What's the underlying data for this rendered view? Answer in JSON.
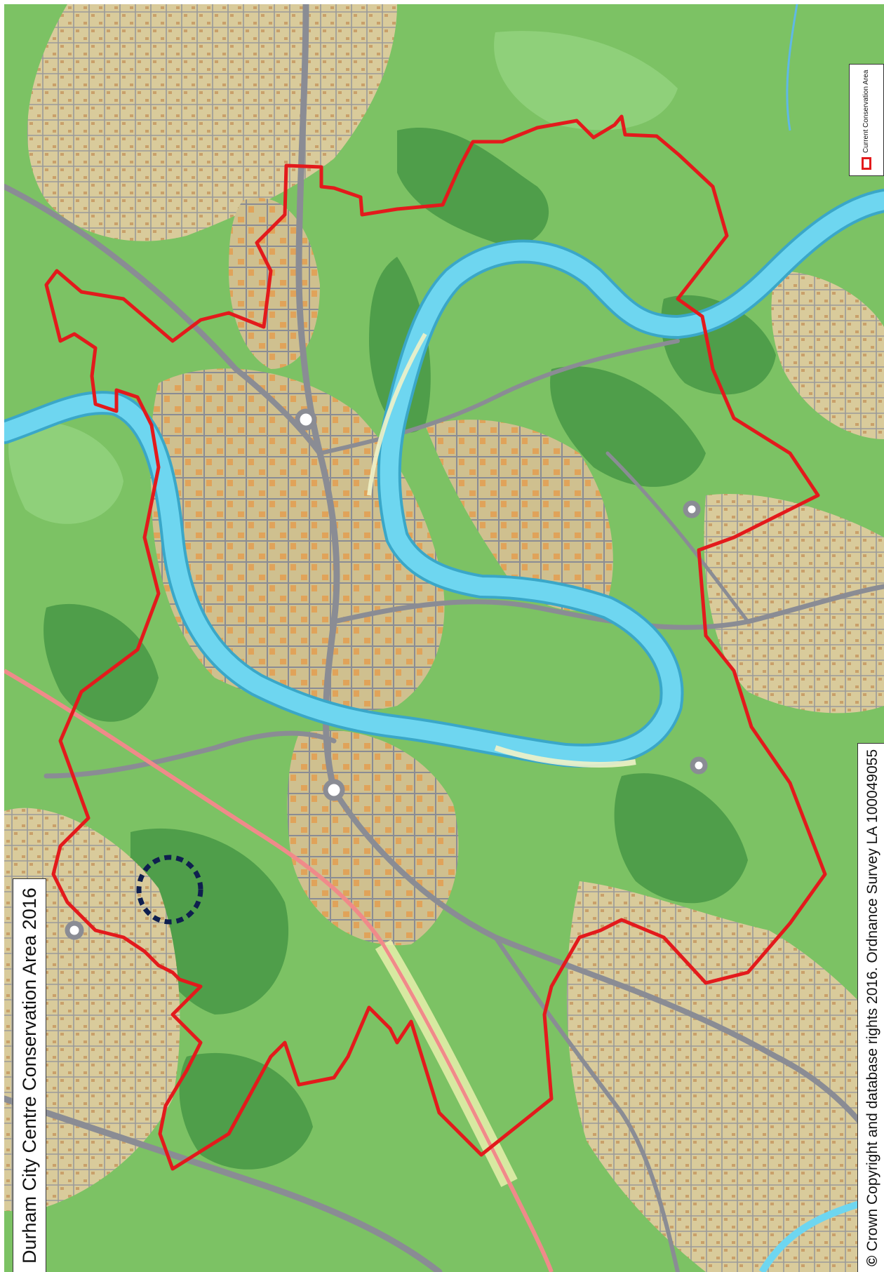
{
  "map": {
    "title": "Durham City Centre Conservation Area 2016",
    "copyright_symbol": "©",
    "copyright_text": "Crown Copyright and database rights 2016. Ordnance Survey LA 100049055",
    "legend": {
      "entries": [
        {
          "label": "Current Conservation Area",
          "symbol": "red-outline-box"
        }
      ]
    },
    "colors": {
      "background_green": "#7cc264",
      "dark_green": "#4f9e4a",
      "light_green": "#8fd07a",
      "river": "#6ed6f0",
      "river_edge": "#3aa7c8",
      "road": "#8a8c94",
      "building": "#e0a35a",
      "housing": "#d8c89a",
      "conservation_boundary": "#e31a1c",
      "railway": "#f08a8a",
      "highlight_circle": "#0f1f4f"
    }
  }
}
